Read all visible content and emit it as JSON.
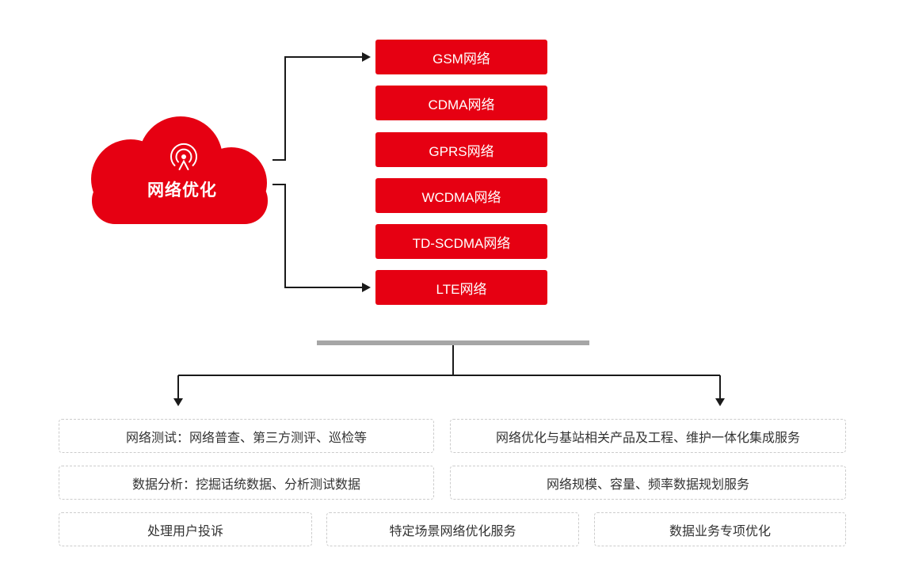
{
  "cloud": {
    "label": "网络优化",
    "icon": "broadcast-icon",
    "color": "#e60012"
  },
  "network_boxes": [
    {
      "label": "GSM网络"
    },
    {
      "label": "CDMA网络"
    },
    {
      "label": "GPRS网络"
    },
    {
      "label": "WCDMA网络"
    },
    {
      "label": "TD-SCDMA网络"
    },
    {
      "label": "LTE网络"
    }
  ],
  "services": {
    "row1": [
      "网络测试：网络普查、第三方测评、巡检等",
      "网络优化与基站相关产品及工程、维护一体化集成服务"
    ],
    "row2": [
      "数据分析：挖掘话统数据、分析测试数据",
      "网络规模、容量、频率数据规划服务"
    ],
    "row3": [
      "处理用户投诉",
      "特定场景网络优化服务",
      "数据业务专项优化"
    ]
  },
  "colors": {
    "accent": "#e60012",
    "divider_bar": "#a6a6a6",
    "connector_line": "#1a1a1a",
    "dashed_border": "#cccccc",
    "box_text": "#333333"
  }
}
